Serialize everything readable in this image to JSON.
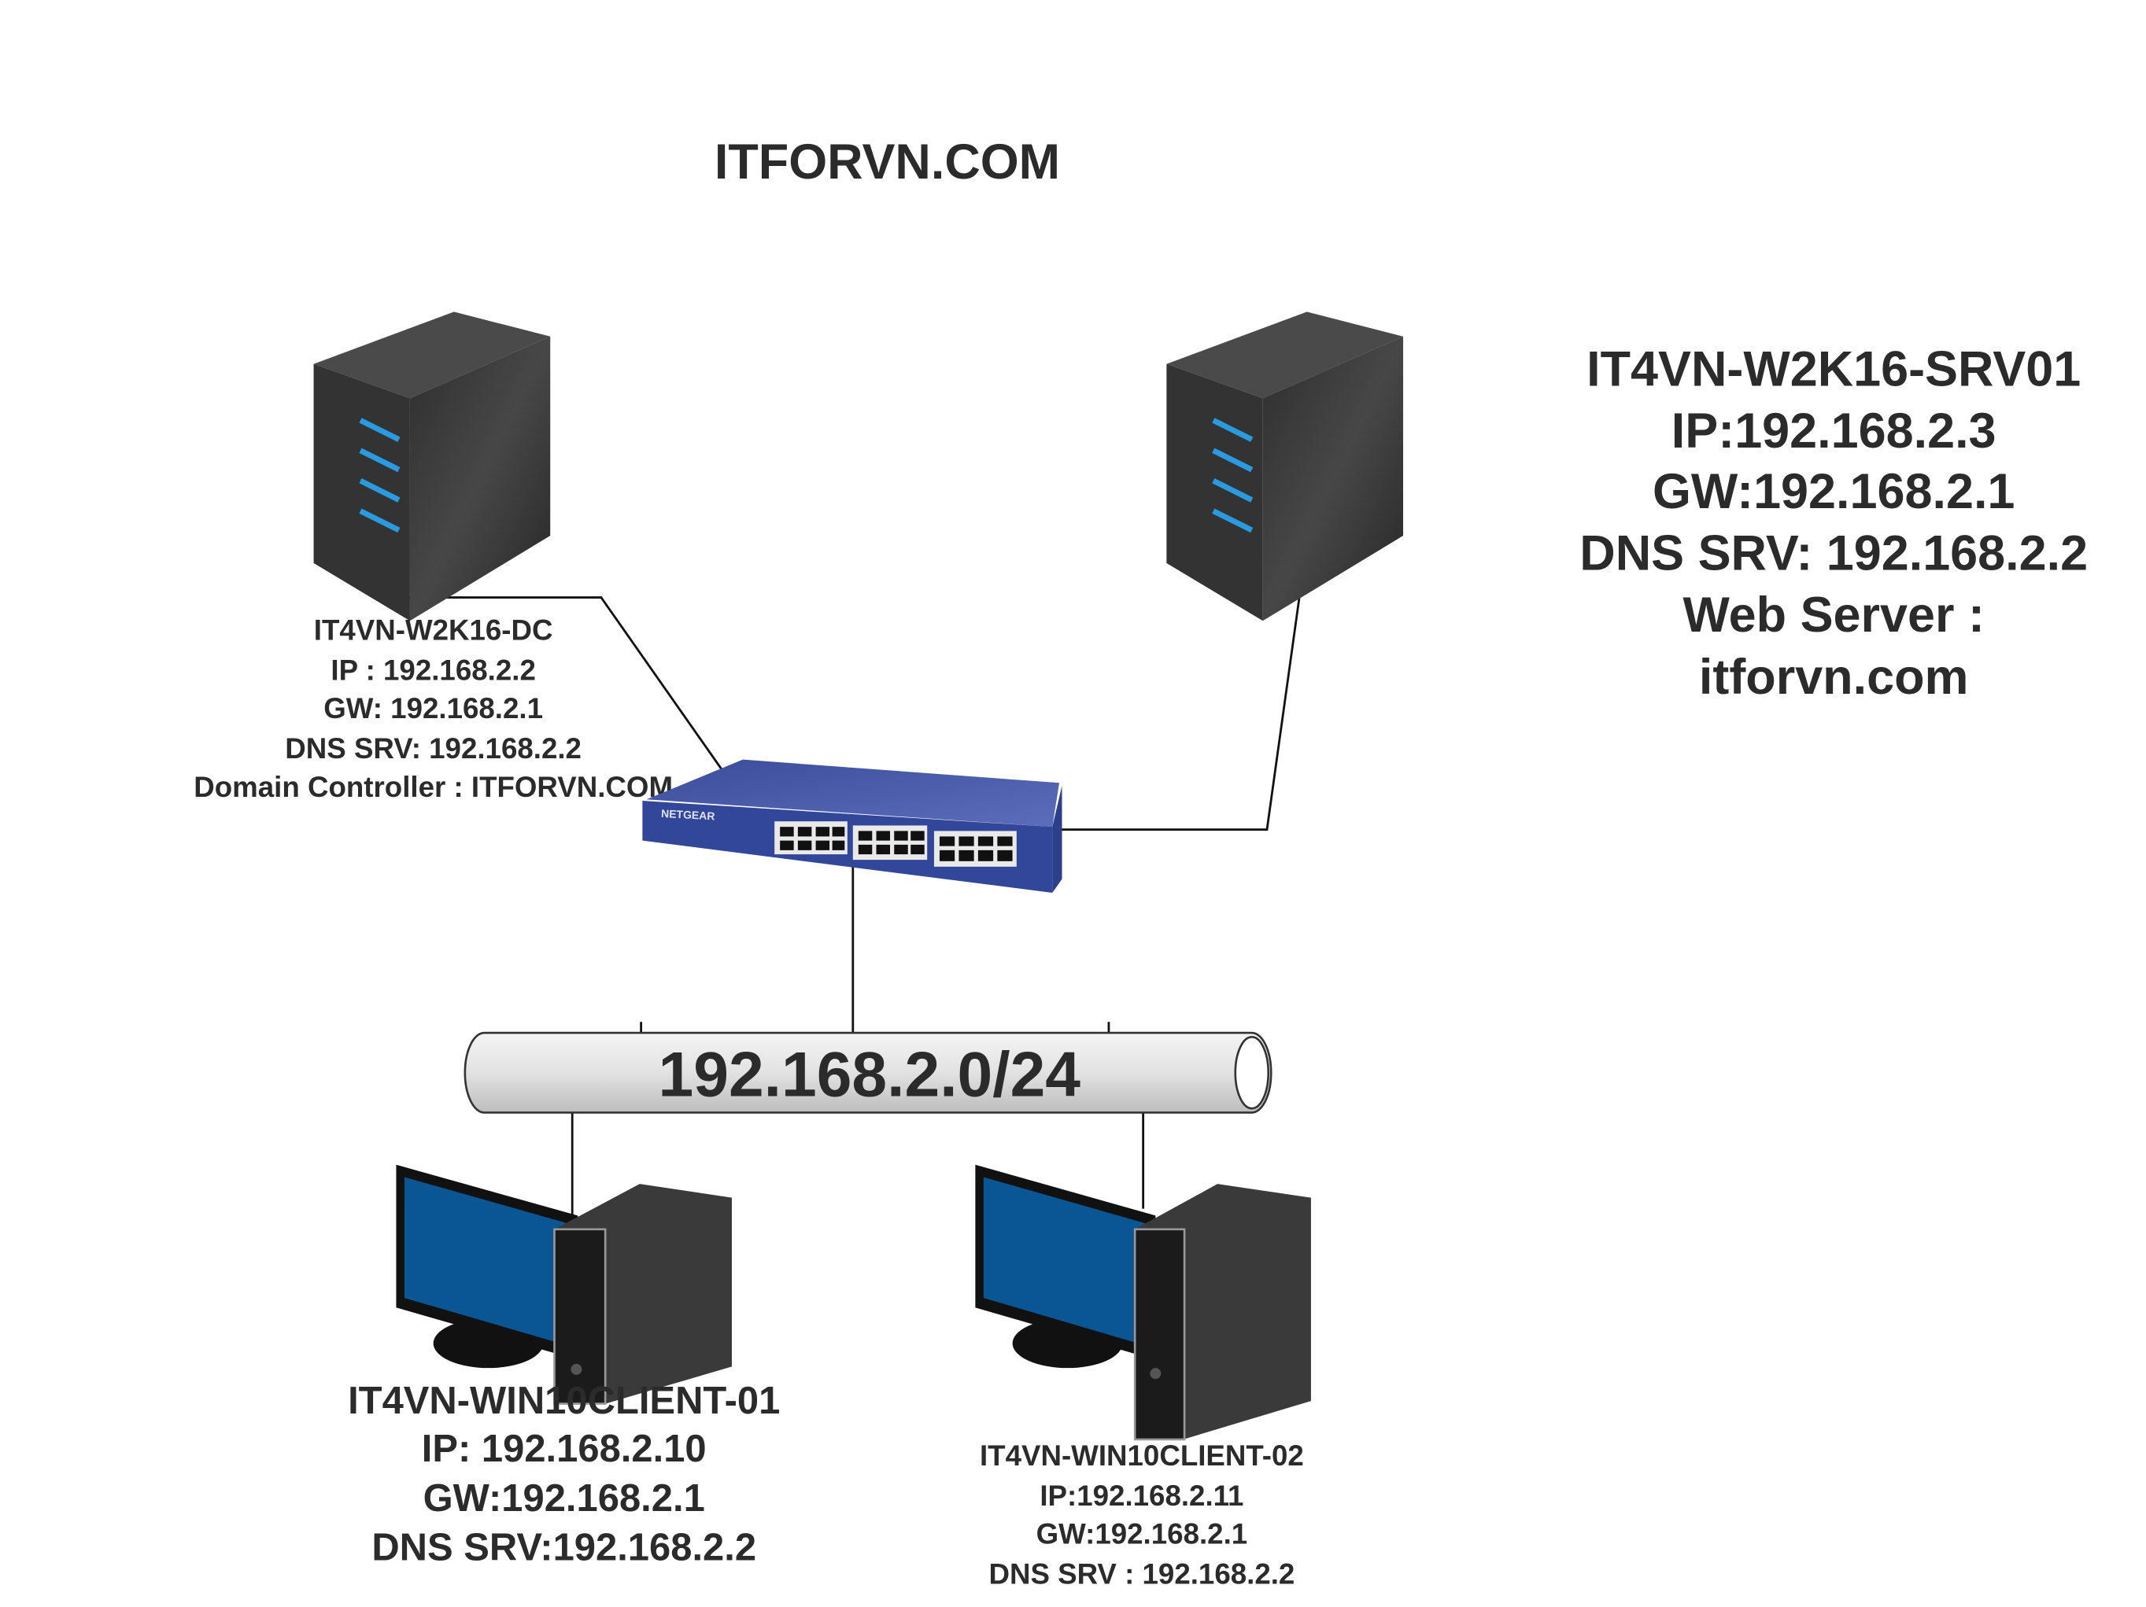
{
  "title": "ITFORVN.COM",
  "network": {
    "subnet": "192.168.2.0/24"
  },
  "dc": {
    "lines": [
      "IT4VN-W2K16-DC",
      "IP : 192.168.2.2",
      "GW: 192.168.2.1",
      "DNS SRV: 192.168.2.2",
      "Domain Controller : ITFORVN.COM"
    ]
  },
  "srv01": {
    "lines": [
      "IT4VN-W2K16-SRV01",
      "IP:192.168.2.3",
      "GW:192.168.2.1",
      "DNS SRV: 192.168.2.2",
      "Web Server :",
      "itforvn.com"
    ]
  },
  "client1": {
    "lines": [
      "IT4VN-WIN10CLIENT-01",
      "IP: 192.168.2.10",
      "GW:192.168.2.1",
      "DNS SRV:192.168.2.2"
    ]
  },
  "client2": {
    "lines": [
      "IT4VN-WIN10CLIENT-02",
      "IP:192.168.2.11",
      "GW:192.168.2.1",
      "DNS SRV : 192.168.2.2"
    ]
  },
  "switch": {
    "brand": "NETGEAR"
  },
  "colors": {
    "text": "#2b2b2b",
    "server": "#3d3d3d",
    "led": "#2a9be0",
    "switch": "#3b4f9c",
    "screen": "#0a5593"
  }
}
